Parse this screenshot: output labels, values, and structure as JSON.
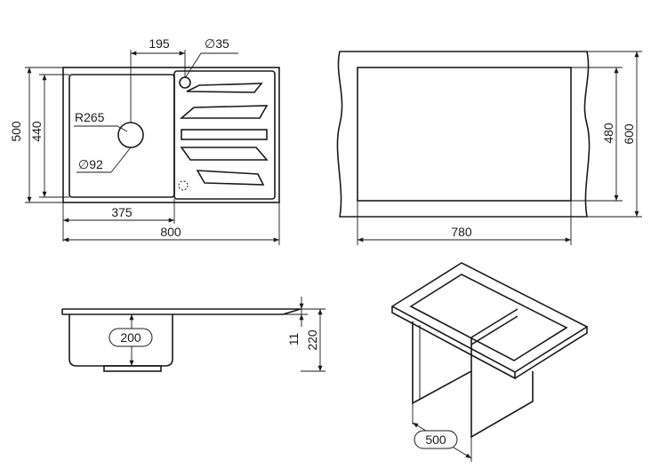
{
  "top_view": {
    "drain_offset": "195",
    "overflow_diameter": "∅35",
    "corner_radius": "R265",
    "drain_diameter": "∅92",
    "outer_depth": "500",
    "bowl_depth": "440",
    "bowl_width": "375",
    "overall_width": "800"
  },
  "cutout_view": {
    "cutout_width": "780",
    "cutout_depth": "480",
    "cabinet_depth": "600"
  },
  "side_view": {
    "bowl_width": "200",
    "rim_thickness": "11",
    "total_height": "220"
  },
  "cabinet_view": {
    "cabinet_width": "500"
  }
}
